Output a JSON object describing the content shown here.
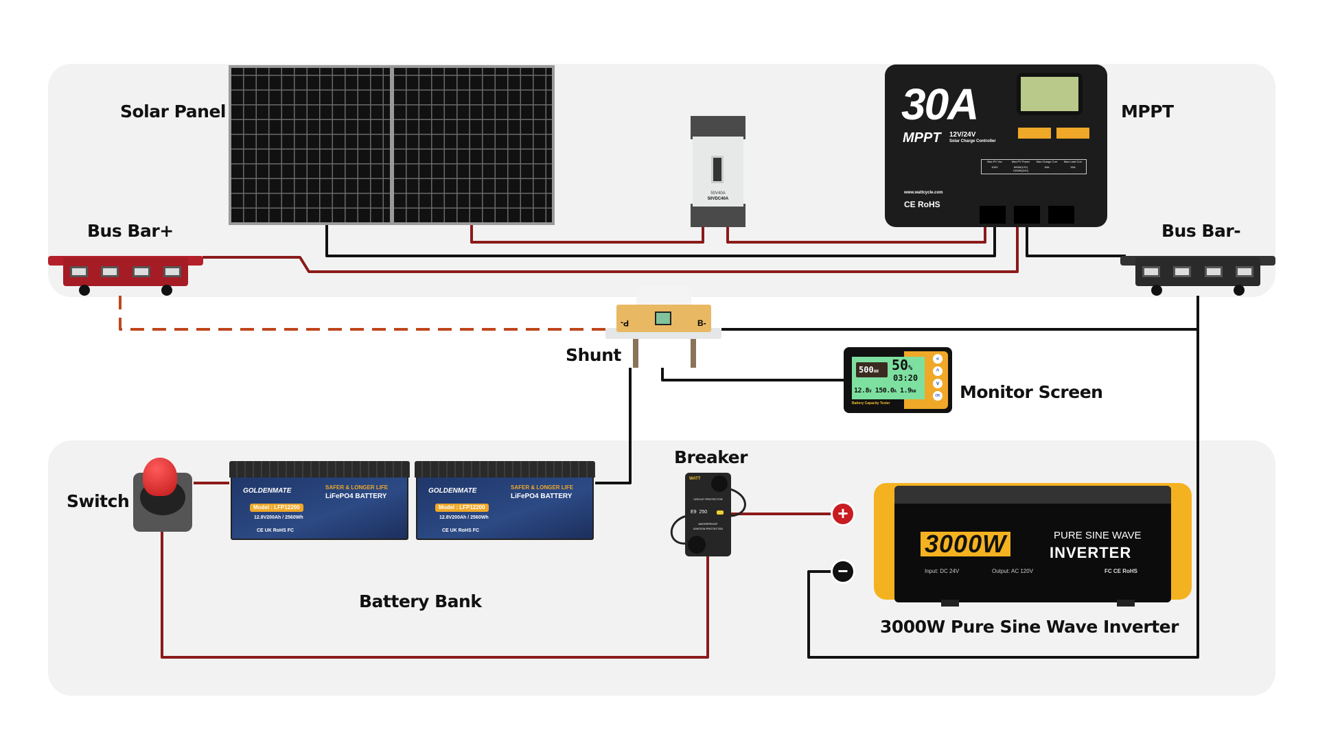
{
  "labels": {
    "solar_panel": "Solar Panel",
    "mppt": "MPPT",
    "bus_bar_pos": "Bus Bar+",
    "bus_bar_neg": "Bus Bar-",
    "shunt": "Shunt",
    "monitor_screen": "Monitor Screen",
    "breaker": "Breaker",
    "switch": "Switch",
    "battery_bank": "Battery Bank",
    "inverter": "3000W Pure Sine Wave Inverter"
  },
  "circuit_breaker": {
    "rating1": "50V40A",
    "rating2": "50VDC40A"
  },
  "mppt": {
    "big": "30A",
    "model": "MPPT",
    "voltage": "12V/24V",
    "subtitle": "Solar Charge Controller",
    "table_headers": [
      "Max.PV Voc",
      "Max.PV Power",
      "Max.Charge Curr",
      "Max.Load Curr"
    ],
    "table_values": [
      "100V",
      "600W(12V)",
      "1200W(24V)",
      "40A",
      "20A"
    ],
    "website": "www.wattcycle.com",
    "certs": "CE  RoHS"
  },
  "shunt": {
    "left": "P-",
    "right": "B-"
  },
  "monitor": {
    "capacity": "500",
    "capacity_unit": "AH",
    "percent": "50",
    "percent_unit": "%",
    "time": "03:20",
    "voltage": "12.8",
    "voltage_unit": "V",
    "current": "150.0",
    "current_unit": "A",
    "power": "1.9",
    "power_unit": "kW",
    "footer": "Battery Capacity Tester",
    "buttons": [
      "«",
      "^",
      "v",
      "OK"
    ]
  },
  "batteries": [
    {
      "brand": "GOLDENMATE",
      "tagline": "SAFER & LONGER LIFE",
      "type": "LiFePO4 BATTERY",
      "model": "Model : LFP12200",
      "spec": "12.8V200Ah / 2560Wh",
      "certs": "CE UK RoHS FC"
    },
    {
      "brand": "GOLDENMATE",
      "tagline": "SAFER & LONGER LIFE",
      "type": "LiFePO4 BATTERY",
      "model": "Model : LFP12200",
      "spec": "12.8V200Ah / 2560Wh",
      "certs": "CE UK RoHS FC"
    }
  ],
  "breaker": {
    "brand": "WATT",
    "header": "CIRCUIT PROTECTOR",
    "rating": "E9  250",
    "footer1": "WATERPROOF",
    "footer2": "IGNITION PROTECTED"
  },
  "inverter": {
    "watt": "3000W",
    "line1": "PURE SINE WAVE",
    "line2": "INVERTER",
    "input": "Input: DC 24V",
    "output": "Output: AC 120V",
    "certs": "FC CE RoHS",
    "plus": "+",
    "minus": "−"
  },
  "colors": {
    "red_wire": "#8b1a1a",
    "black_wire": "#111111",
    "dashed_wire": "#c0451c",
    "accent_yellow": "#f5b220",
    "busbar_red": "#b3202a"
  }
}
